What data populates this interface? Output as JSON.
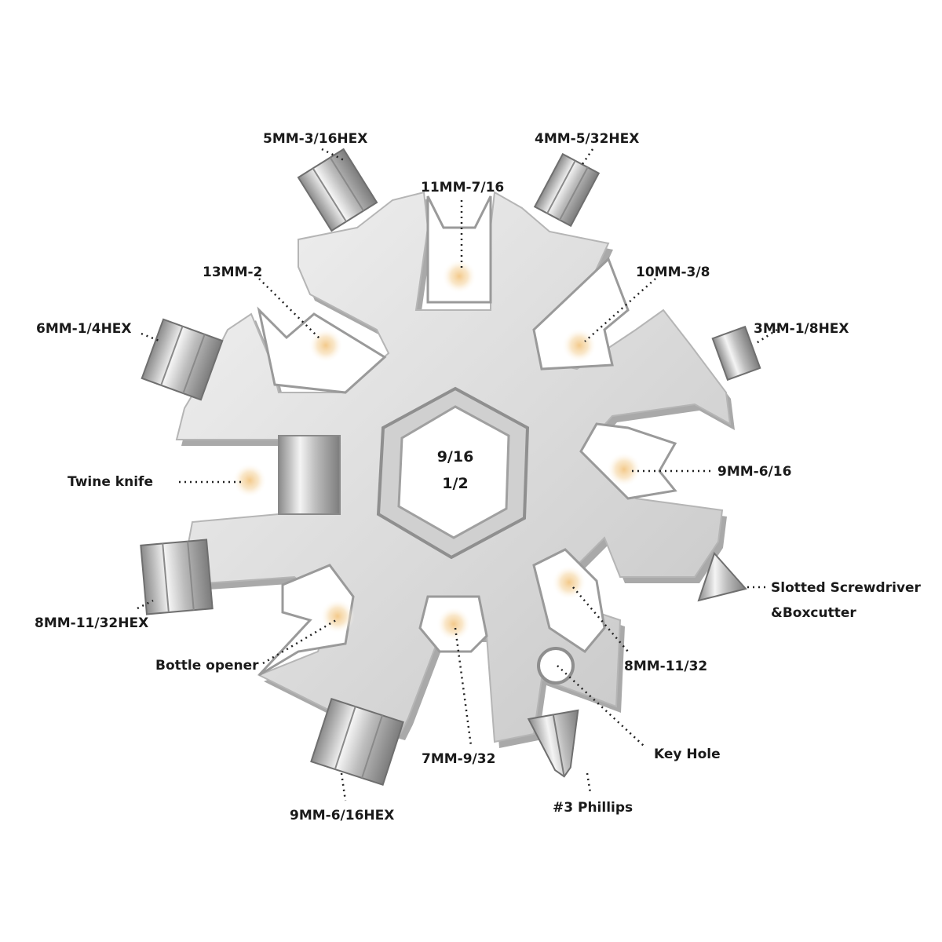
{
  "center": {
    "line1": "9/16",
    "line2": "1/2"
  },
  "callouts": {
    "hex_5mm": "5MM-3/16HEX",
    "hex_4mm": "4MM-5/32HEX",
    "wrench_11mm": "11MM-7/16",
    "wrench_13mm": "13MM-2",
    "wrench_10mm": "10MM-3/8",
    "hex_6mm": "6MM-1/4HEX",
    "hex_3mm": "3MM-1/8HEX",
    "twine_knife": "Twine knife",
    "wrench_9mm": "9MM-6/16",
    "slotted_1": "Slotted Screwdriver",
    "slotted_2": "&Boxcutter",
    "hex_8mm": "8MM-11/32HEX",
    "wrench_8mm": "8MM-11/32",
    "bottle_opener": "Bottle opener",
    "wrench_7mm": "7MM-9/32",
    "key_hole": "Key Hole",
    "hex_9mm": "9MM-6/16HEX",
    "phillips": "#3 Phillips"
  },
  "colors": {
    "steel_light": "#e6e6e6",
    "steel_dark": "#9e9e9e",
    "glow": "#f3c98a",
    "leader": "#222222"
  }
}
